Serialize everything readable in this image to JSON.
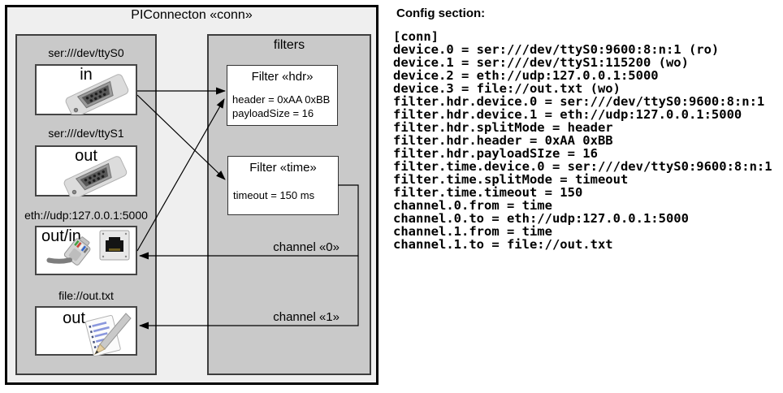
{
  "colors": {
    "frame_bg": "#efefef",
    "panel_bg": "#c9c9c9",
    "box_bg": "#ffffff",
    "line": "#000000"
  },
  "diagram": {
    "title": "PIConnecton «conn»",
    "devices_panel": {
      "devices": [
        {
          "uri": "ser:///dev/ttyS0",
          "mode": "in",
          "icon": "serial-port-icon"
        },
        {
          "uri": "ser:///dev/ttyS1",
          "mode": "out",
          "icon": "serial-port-icon"
        },
        {
          "uri": "eth://udp:127.0.0.1:5000",
          "mode": "out/in",
          "icon": "ethernet-icon"
        },
        {
          "uri": "file://out.txt",
          "mode": "out",
          "icon": "notepad-icon"
        }
      ]
    },
    "filters_panel": {
      "title": "filters",
      "filters": [
        {
          "title": "Filter «hdr»",
          "properties": [
            "header = 0xAA 0xBB",
            "payloadSize = 16"
          ]
        },
        {
          "title": "Filter «time»",
          "properties": [
            "timeout = 150 ms"
          ]
        }
      ]
    },
    "channels": [
      {
        "label": "channel «0»"
      },
      {
        "label": "channel «1»"
      }
    ]
  },
  "config": {
    "heading": "Config section:",
    "lines": [
      "[conn]",
      "device.0 = ser:///dev/ttyS0:9600:8:n:1 (ro)",
      "device.1 = ser:///dev/ttyS1:115200 (wo)",
      "device.2 = eth://udp:127.0.0.1:5000",
      "device.3 = file://out.txt (wo)",
      "filter.hdr.device.0 = ser:///dev/ttyS0:9600:8:n:1",
      "filter.hdr.device.1 = eth://udp:127.0.0.1:5000",
      "filter.hdr.splitMode = header",
      "filter.hdr.header = 0xAA 0xBB",
      "filter.hdr.payloadSIze = 16",
      "filter.time.device.0 = ser:///dev/ttyS0:9600:8:n:1",
      "filter.time.splitMode = timeout",
      "filter.time.timeout = 150",
      "channel.0.from = time",
      "channel.0.to = eth://udp:127.0.0.1:5000",
      "channel.1.from = time",
      "channel.1.to = file://out.txt"
    ]
  }
}
